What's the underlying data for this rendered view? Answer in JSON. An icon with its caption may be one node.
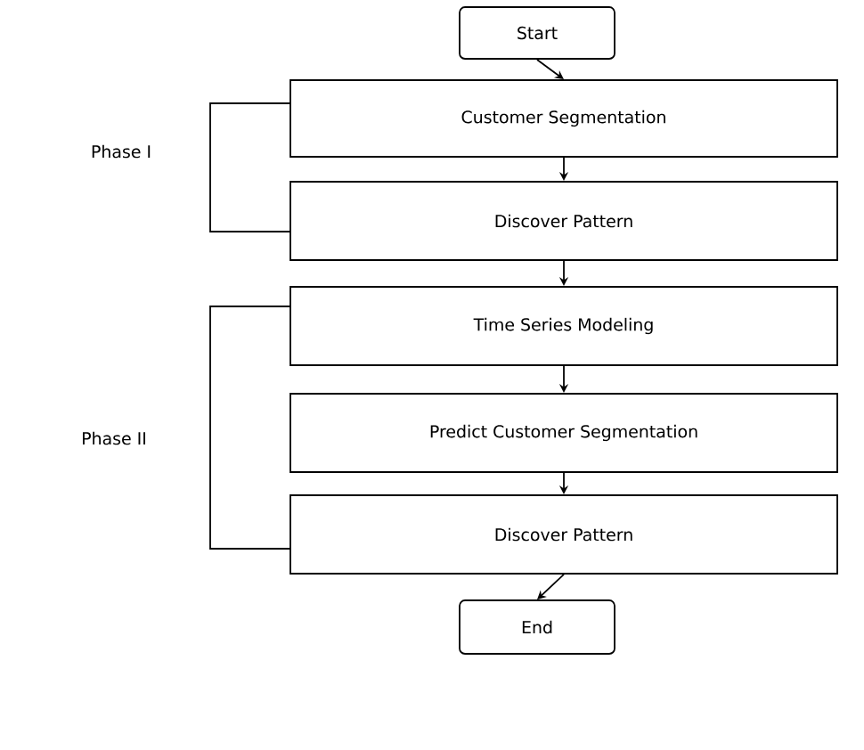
{
  "diagram": {
    "nodes": [
      {
        "text": [
          "Start"
        ]
      },
      {
        "text": [
          "Customer Segmentation"
        ]
      },
      {
        "text": [
          "Discover Pattern"
        ]
      },
      {
        "text": [
          "Time Series Modeling"
        ]
      },
      {
        "text": [
          "Predict Customer Segmentation"
        ]
      },
      {
        "text": [
          "Discover Pattern"
        ]
      },
      {
        "text": [
          "End"
        ]
      }
    ],
    "edges": [
      {
        "from": 0,
        "to": 1,
        "arrow": "to"
      },
      {
        "from": 1,
        "to": 2,
        "arrow": "to"
      },
      {
        "from": 2,
        "to": 3,
        "arrow": "to"
      },
      {
        "from": 3,
        "to": 4,
        "arrow": "to"
      },
      {
        "from": 4,
        "to": 5,
        "arrow": "to"
      },
      {
        "from": 5,
        "to": 6,
        "arrow": "to"
      }
    ],
    "labels": [
      "Phase I",
      "Phase II"
    ]
  }
}
